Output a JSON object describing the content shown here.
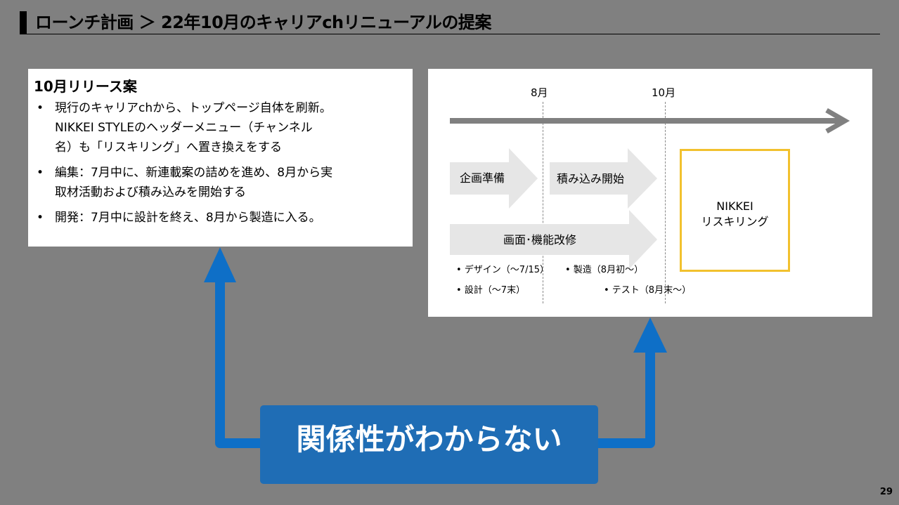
{
  "header": {
    "title": "ローンチ計画 ＞ 22年10月のキャリアchリニューアルの提案"
  },
  "left_panel": {
    "heading": "10月リリース案",
    "bullets": [
      "現行のキャリアchから、トップページ自体を刷新。\nNIKKEI STYLEのヘッダーメニュー（チャンネル\n名）も「リスキリング」へ置き換えをする",
      "編集：7月中に、新連載案の詰めを進め、8月から実\n取材活動および積み込みを開始する",
      "開発：7月中に設計を終え、8月から製造に入る。"
    ],
    "bullet_symbol": "•"
  },
  "timeline": {
    "months": [
      "8月",
      "10月"
    ],
    "phases": {
      "planning": "企画準備",
      "stocking": "積み込み開始",
      "screen": "画面･機能改修"
    },
    "target_box": "NIKKEI\nリスキリング",
    "sub_bullets": [
      "•  デザイン（〜7/15）",
      "•  製造（8月初〜）",
      "•  設計（〜7末）",
      "•  テスト（8月末〜）"
    ],
    "colors": {
      "axis_arrow": "#808080",
      "phase_arrow": "#e6e6e6",
      "target_border": "#f2c12e"
    }
  },
  "callout": {
    "text": "関係性がわからない",
    "colors": {
      "banner": "#1f6db5",
      "arrows": "#0e6fc7"
    }
  },
  "page_number": "29"
}
